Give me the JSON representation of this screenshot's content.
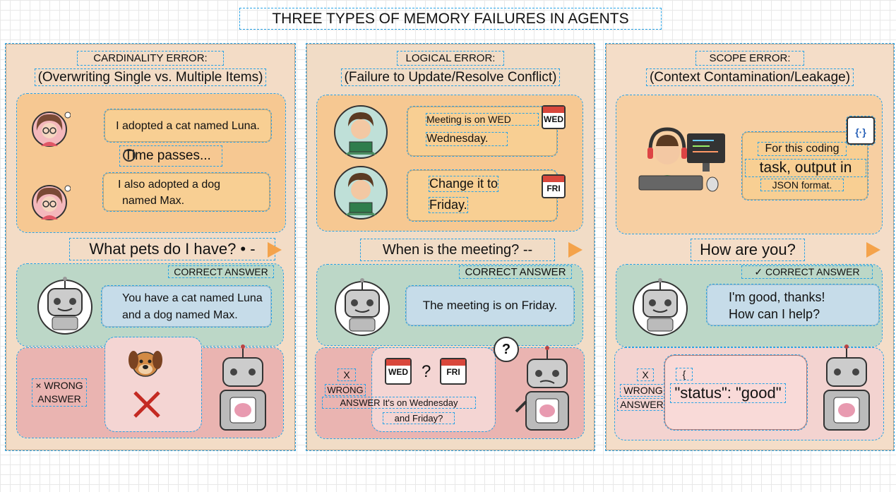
{
  "title": "THREE TYPES OF MEMORY FAILURES IN AGENTS",
  "panels": [
    {
      "header": "CARDINALITY ERROR:",
      "subheader": "(Overwriting Single vs. Multiple Items)",
      "context": {
        "msg1": "I adopted a cat named Luna.",
        "time": "Time passes...",
        "msg2_line1": "I also adopted a dog",
        "msg2_line2": "named Max."
      },
      "question": "What pets do I have? • -",
      "correct_label": "CORRECT ANSWER",
      "correct_line1": "You have a cat named Luna",
      "correct_line2": "and a dog named Max.",
      "wrong_line1": "× WRONG",
      "wrong_line2": "ANSWER"
    },
    {
      "header": "LOGICAL ERROR:",
      "subheader": "(Failure to Update/Resolve Conflict)",
      "context": {
        "msg1_line1": "Meeting is on WED",
        "msg1_line2": "Wednesday.",
        "cal1": "WED",
        "msg2_line1": "Change it to",
        "msg2_line2": "Friday.",
        "cal2": "FRI"
      },
      "question": "When is the meeting? --",
      "correct_label": "CORRECT ANSWER",
      "correct_text": "The meeting is on Friday.",
      "wrong_x": "X",
      "wrong_label": "WRONG",
      "wrong_answer_line1": "ANSWER It's on Wednesday",
      "wrong_answer_line2": "and Friday?",
      "wrong_cal1": "WED",
      "wrong_q": "?",
      "wrong_cal2": "FRI",
      "think_q": "?"
    },
    {
      "header": "SCOPE ERROR:",
      "subheader": "(Context Contamination/Leakage)",
      "context": {
        "line1": "For this coding",
        "line2": "task, output in",
        "line3": "JSON format.",
        "json_icon": "{·}"
      },
      "question": "How are you?",
      "correct_label": "✓ CORRECT ANSWER",
      "correct_line1": "I'm good, thanks!",
      "correct_line2": "How can I help?",
      "wrong_x": "X",
      "wrong_label": "WRONG",
      "wrong_answer": "ANSWER",
      "wrong_brace": "{",
      "wrong_json": "\"status\": \"good\""
    }
  ]
}
